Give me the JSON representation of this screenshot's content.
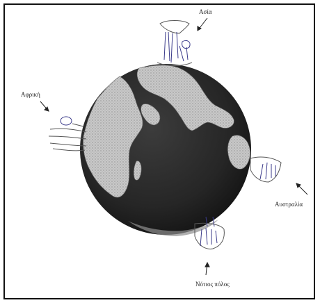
{
  "labels": {
    "asia": "Ασία",
    "africa": "Αφρική",
    "australia": "Αυστραλία",
    "south_pole": "Νότιος πόλος"
  },
  "colors": {
    "ocean": "#2b2b2b",
    "land": "#bdbdbd",
    "sketch": "#3a3a8a",
    "frame": "#111111"
  }
}
